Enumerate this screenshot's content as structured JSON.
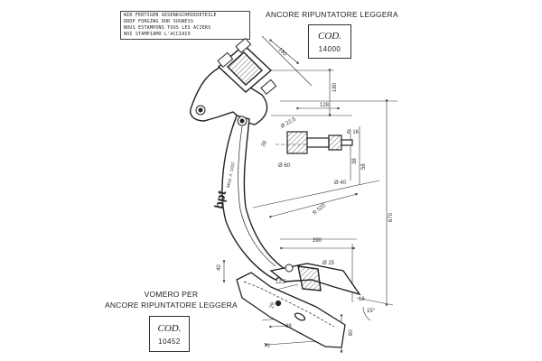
{
  "notice": {
    "lines": [
      "WIR FERTIGEN GESENKSCHMIEDETEILE",
      "DROP FORGING OUR SUGNESS",
      "NOUS ESTAMPONS TOUS LES ACIERS",
      "NOI STAMPIAMO L'ACCIAIO"
    ]
  },
  "title_top": "ANCORE RIPUNTATORE LEGGERA",
  "code_top": {
    "label": "COD.",
    "number": "14000"
  },
  "title_bottom": {
    "line1": "VOMERO PER",
    "line2": "ANCORE RIPUNTATORE LEGGERA"
  },
  "code_bottom": {
    "label": "COD.",
    "number": "10452"
  },
  "brand": {
    "logo": "bpt",
    "model": "Mod. n. 1057"
  },
  "dimensions": {
    "d150": "150",
    "d180": "180",
    "d128": "128",
    "dia22": "Ø 22,5",
    "dia16": "Ø 16",
    "d28": "28",
    "d38": "38",
    "d58": "58",
    "dia60": "Ø 60",
    "dia40": "Ø 40",
    "r520": "R 520",
    "d670": "670",
    "d390": "390",
    "dia25": "Ø 25",
    "d40": "40",
    "d125": "12,5",
    "d16": "16",
    "d15": "15°",
    "d68": "68",
    "d60": "60",
    "d70": "70",
    "d29": "29"
  }
}
